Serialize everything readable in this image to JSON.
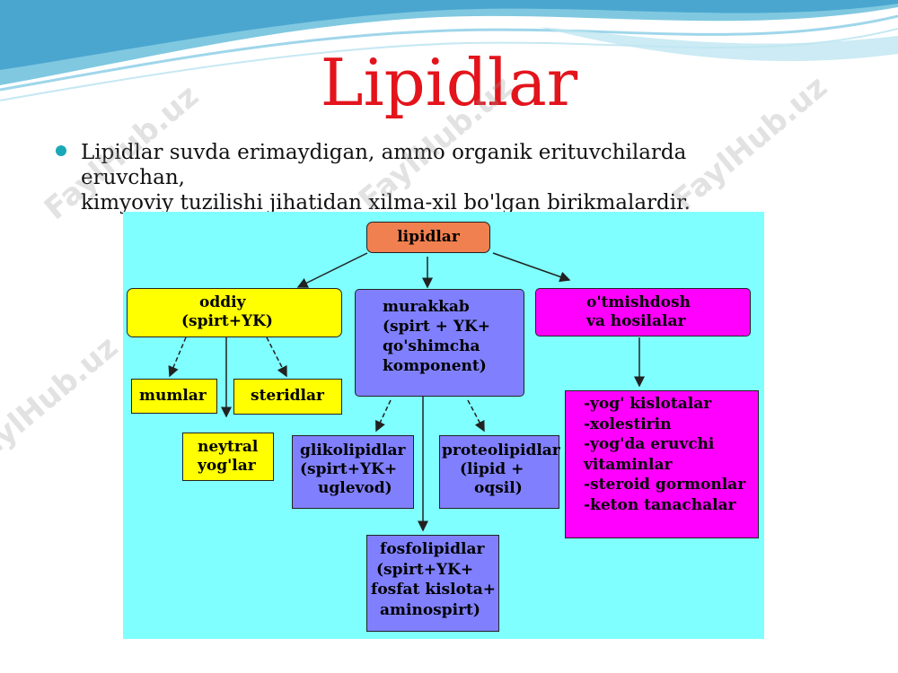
{
  "slide": {
    "title": "Lipidlar",
    "bullet_lines": [
      "Lipidlar suvda erimaydigan, ammo organik erituvchilarda",
      "eruvchan,",
      "kimyoviy tuzilishi jihatidan xilma-xil bo'lgan birikmalardir."
    ],
    "watermark": "FaylHub.uz"
  },
  "diagram": {
    "root": {
      "lines": [
        "lipidlar"
      ]
    },
    "oddiy": {
      "lines": [
        "oddiy",
        "(spirt+YK)"
      ]
    },
    "murakkab": {
      "lines": [
        "murakkab",
        "(spirt + YK+",
        "qo'shimcha",
        "komponent)"
      ]
    },
    "otmishdosh": {
      "lines": [
        "o'tmishdosh",
        "va hosilalar"
      ]
    },
    "mumlar": {
      "lines": [
        "mumlar"
      ]
    },
    "steridlar": {
      "lines": [
        "steridlar"
      ]
    },
    "neytral": {
      "lines": [
        "neytral",
        "yog'lar"
      ]
    },
    "glikolipidlar": {
      "lines": [
        "glikolipidlar",
        "(spirt+YK+",
        "uglevod)"
      ]
    },
    "proteolipidlar": {
      "lines": [
        "proteolipidlar",
        "(lipid +",
        "oqsil)"
      ]
    },
    "fosfolipidlar": {
      "lines": [
        "fosfolipidlar",
        "(spirt+YK+",
        "fosfat kislota+",
        "aminospirt)"
      ]
    },
    "hosilalar": {
      "lines": [
        "-yog' kislotalar",
        "-xolestirin",
        "-yog'da eruvchi",
        "vitaminlar",
        "-steroid gormonlar",
        "-keton tanachalar"
      ]
    }
  },
  "colors": {
    "title": "#e3141c",
    "diagram_bg": "#7fffff",
    "yellow": "#ffff00",
    "blue": "#8080ff",
    "magenta": "#ff00ff",
    "orange": "#f08050"
  }
}
